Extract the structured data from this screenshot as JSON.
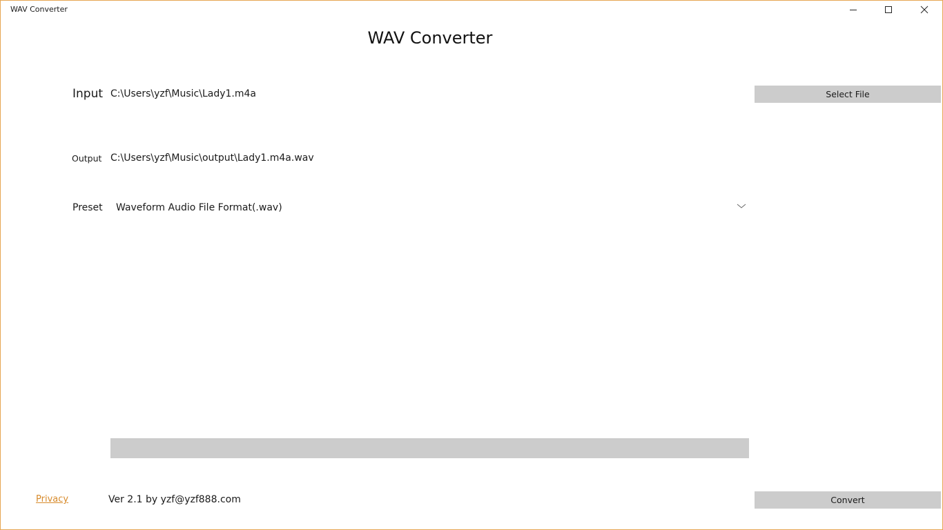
{
  "window": {
    "title": "WAV Converter",
    "border_color": "#e6a552",
    "controls": {
      "minimize": "minimize-icon",
      "maximize": "maximize-icon",
      "close": "close-icon"
    }
  },
  "app": {
    "title": "WAV Converter"
  },
  "input": {
    "label": "Input",
    "value": "C:\\Users\\yzf\\Music\\Lady1.m4a"
  },
  "output": {
    "label": "Output",
    "value": "C:\\Users\\yzf\\Music\\output\\Lady1.m4a.wav"
  },
  "preset": {
    "label": "Preset",
    "selected": "Waveform Audio File Format(.wav)",
    "icon": "chevron-down-icon"
  },
  "buttons": {
    "select_file": "Select File",
    "convert": "Convert"
  },
  "progress": {
    "value_percent": 0,
    "color": "#cccccc"
  },
  "footer": {
    "privacy_link": "Privacy",
    "version": "Ver 2.1 by yzf@yzf888.com",
    "link_color": "#d78a2a"
  }
}
